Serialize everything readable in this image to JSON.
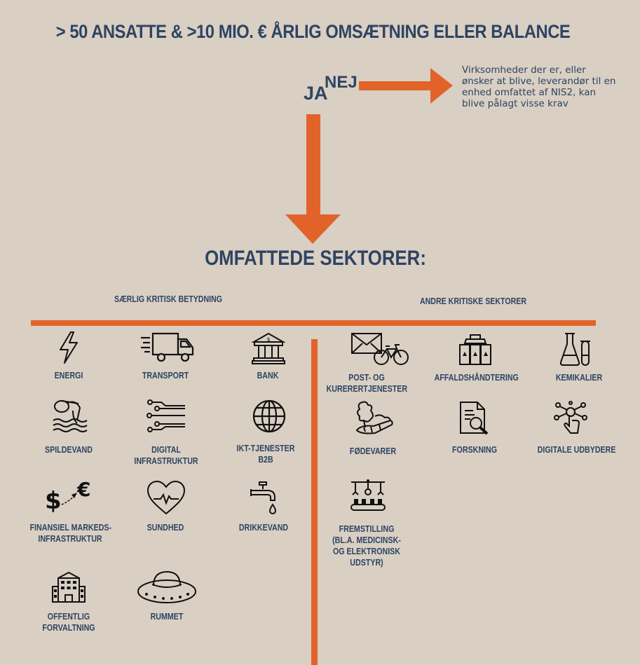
{
  "header": {
    "title": "> 50 ANSATTE & >10 MIO. € ÅRLIG OMSÆTNING ELLER BALANCE"
  },
  "decision": {
    "yes_label": "JA",
    "no_label": "NEJ",
    "no_note": "Virksomheder der er, eller ønsker at blive, leverandør til en enhed omfattet af NIS2, kan blive pålagt visse krav"
  },
  "sectors": {
    "title": "OMFATTEDE SEKTORER:",
    "left_heading": "SÆRLIG KRITISK BETYDNING",
    "right_heading": "ANDRE KRITISKE SEKTORER",
    "left_items": [
      {
        "label_1": "ENERGI",
        "label_2": "",
        "icon": "lightning-icon"
      },
      {
        "label_1": "TRANSPORT",
        "label_2": "",
        "icon": "truck-icon"
      },
      {
        "label_1": "BANK",
        "label_2": "",
        "icon": "bank-icon"
      },
      {
        "label_1": "SPILDEVAND",
        "label_2": "",
        "icon": "wastewater-icon"
      },
      {
        "label_1": "DIGITAL",
        "label_2": "INFRASTRUKTUR",
        "icon": "circuit-icon"
      },
      {
        "label_1": "IKT-TJENESTER",
        "label_2": "B2B",
        "icon": "globe-icon"
      },
      {
        "label_1": "FINANSIEL MARKEDS-",
        "label_2": "INFRASTRUKTUR",
        "icon": "currency-exchange-icon"
      },
      {
        "label_1": "SUNDHED",
        "label_2": "",
        "icon": "heart-pulse-icon"
      },
      {
        "label_1": "DRIKKEVAND",
        "label_2": "",
        "icon": "faucet-icon"
      },
      {
        "label_1": "OFFENTLIG",
        "label_2": "FORVALTNING",
        "icon": "government-building-icon"
      },
      {
        "label_1": "RUMMET",
        "label_2": "",
        "icon": "ufo-icon"
      }
    ],
    "right_items": [
      {
        "label_1": "POST- OG",
        "label_2": "KURERERTJENESTER",
        "label_3": "",
        "label_4": "",
        "icon": "mail-bicycle-icon"
      },
      {
        "label_1": "AFFALDSHÅNDTERING",
        "label_2": "",
        "label_3": "",
        "label_4": "",
        "icon": "recycling-bins-icon"
      },
      {
        "label_1": "KEMIKALIER",
        "label_2": "",
        "label_3": "",
        "label_4": "",
        "icon": "chemistry-flask-icon"
      },
      {
        "label_1": "FØDEVARER",
        "label_2": "",
        "label_3": "",
        "label_4": "",
        "icon": "vegetables-icon"
      },
      {
        "label_1": "FORSKNING",
        "label_2": "",
        "label_3": "",
        "label_4": "",
        "icon": "document-search-icon"
      },
      {
        "label_1": "DIGITALE UDBYDERE",
        "label_2": "",
        "label_3": "",
        "label_4": "",
        "icon": "digital-touch-icon"
      },
      {
        "label_1": "FREMSTILLING",
        "label_2": "(BL.A. MEDICINSK-",
        "label_3": "OG ELEKTRONISK",
        "label_4": "UDSTYR)",
        "icon": "manufacturing-line-icon"
      }
    ]
  },
  "colors": {
    "background": "#d9cfc3",
    "text": "#2e4463",
    "accent": "#e2632a"
  }
}
